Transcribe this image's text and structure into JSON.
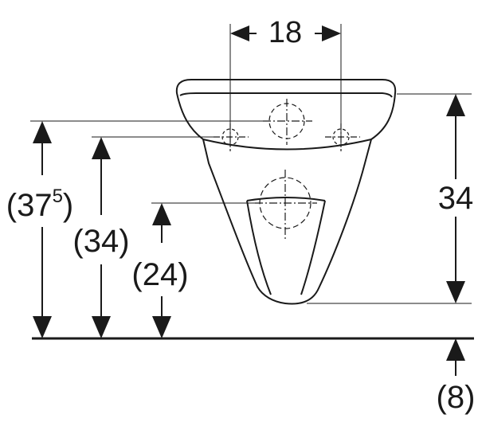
{
  "dimensions": {
    "width_label": "18",
    "height_label": "34",
    "floor_offset_label": "(8)",
    "left_labels": {
      "outer_main": "(37",
      "outer_sup": "5",
      "outer_close": ")",
      "middle": "(34)",
      "inner": "(24)"
    }
  },
  "colors": {
    "line": "#1a1a1a",
    "text": "#1a1a1a",
    "background": "#ffffff"
  }
}
